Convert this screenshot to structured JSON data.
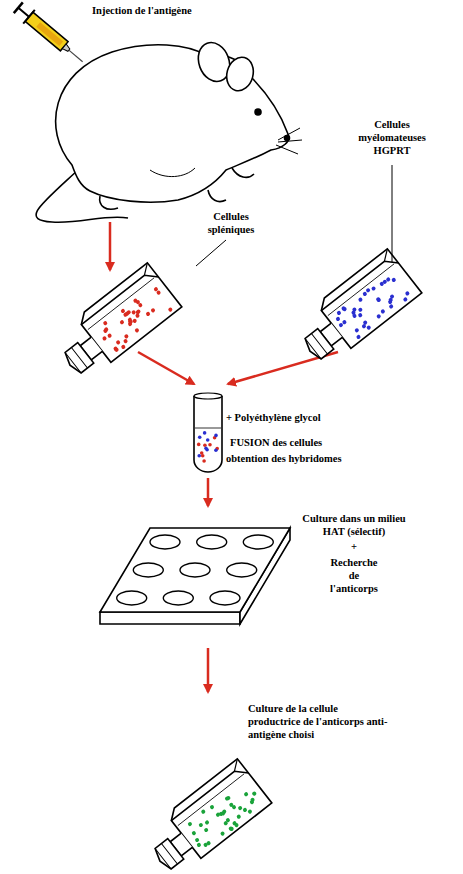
{
  "diagram": {
    "labels": [
      "Injection de l'antigène",
      "Cellules spléniques",
      "Cellules myélomateuses HGPRT",
      "+ Polyéthylène glycol",
      "FUSION des cellules",
      "obtention des hybridomes",
      "Culture dans un milieu HAT (sélectif)",
      "+",
      "Recherche de l'anticorps",
      "Culture de la cellule productrice de l'anticorps anti-antigène choisi"
    ]
  }
}
